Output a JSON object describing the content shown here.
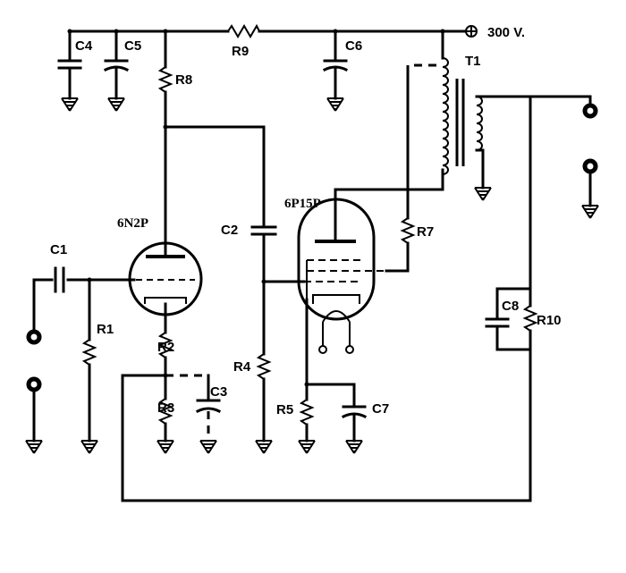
{
  "supply": {
    "label": "300 V."
  },
  "tubes": {
    "preamp": "6N2P",
    "output": "6P15P"
  },
  "transformer": {
    "label": "T1"
  },
  "resistors": {
    "R1": "R1",
    "R2": "R2",
    "R3": "R3",
    "R4": "R4",
    "R5": "R5",
    "R7": "R7",
    "R8": "R8",
    "R9": "R9",
    "R10": "R10"
  },
  "capacitors": {
    "C1": "C1",
    "C2": "C2",
    "C3": "C3",
    "C4": "C4",
    "C5": "C5",
    "C6": "C6",
    "C7": "C7",
    "C8": "C8"
  }
}
